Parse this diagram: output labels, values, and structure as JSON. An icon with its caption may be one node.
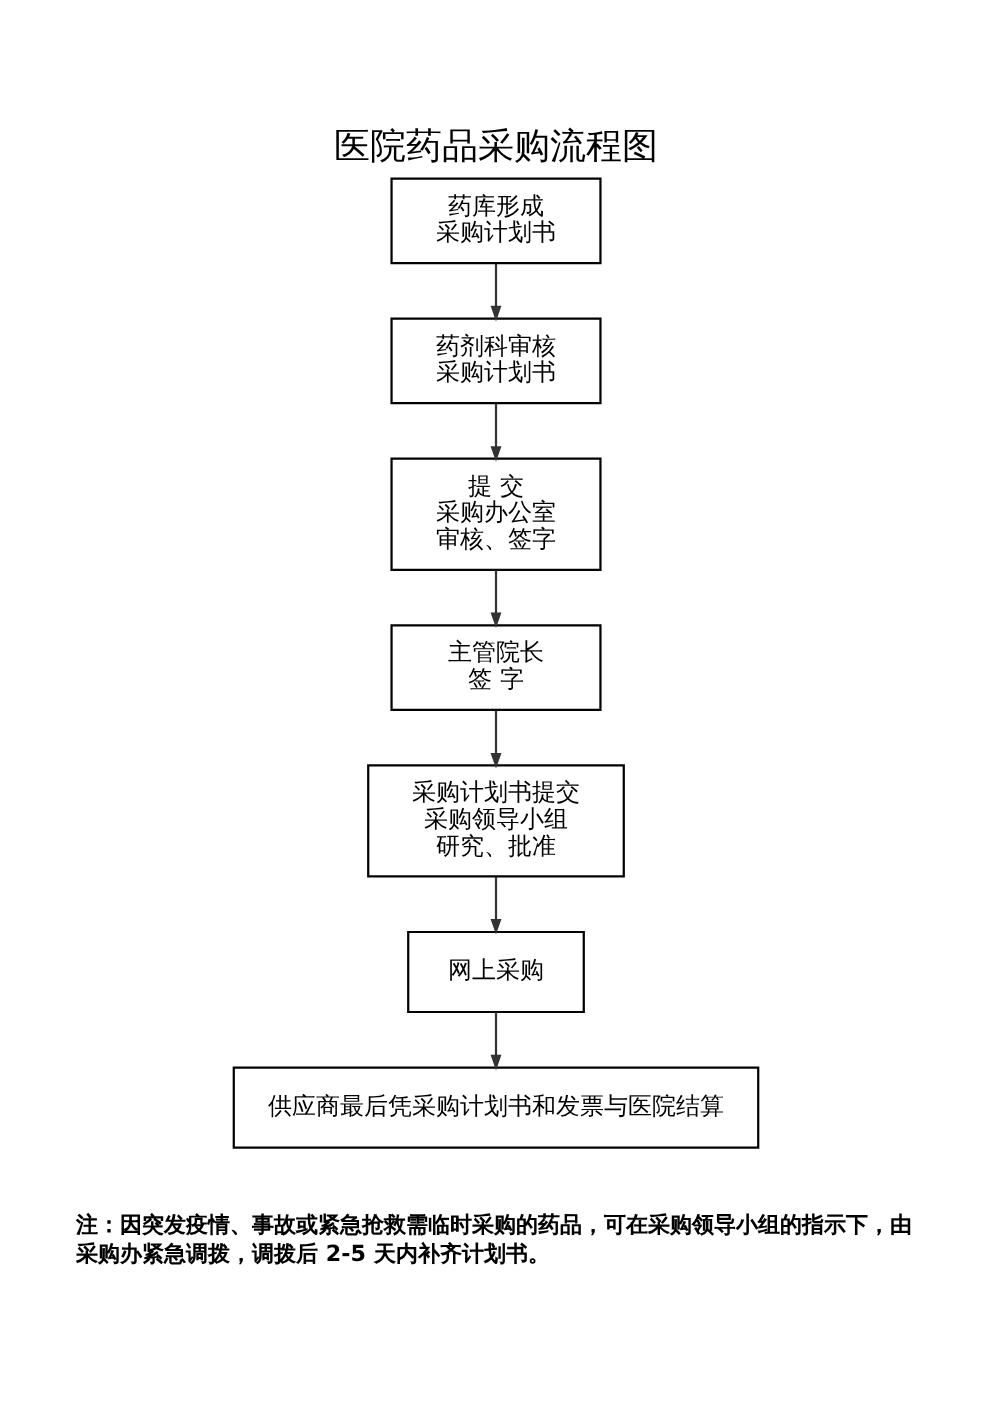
{
  "diagram": {
    "title": "医院药品采购流程图",
    "nodes": [
      {
        "text": [
          "药库形成",
          "采购计划书"
        ]
      },
      {
        "text": [
          "药剂科审核",
          "采购计划书"
        ]
      },
      {
        "text": [
          "提 交",
          "采购办公室",
          "审核、签字"
        ]
      },
      {
        "text": [
          "主管院长",
          "签 字"
        ]
      },
      {
        "text": [
          "采购计划书提交",
          "采购领导小组",
          "研究、批准"
        ]
      },
      {
        "text": [
          "网上采购"
        ]
      },
      {
        "text": [
          "供应商最后凭采购计划书和发票与医院结算"
        ]
      }
    ],
    "edges": [
      {
        "from": 0,
        "to": 1,
        "arrow": "to"
      },
      {
        "from": 1,
        "to": 2,
        "arrow": "to"
      },
      {
        "from": 2,
        "to": 3,
        "arrow": "to"
      },
      {
        "from": 3,
        "to": 4,
        "arrow": "to"
      },
      {
        "from": 4,
        "to": 5,
        "arrow": "to"
      },
      {
        "from": 5,
        "to": 6,
        "arrow": "to"
      }
    ],
    "labels": [
      "注：因突发疫情、事故或紧急抢救需临时采购的药品，可在采购领导小组的指示下，由采购办紧急调拨，调拨后 2-5 天内补齐计划书。"
    ]
  }
}
